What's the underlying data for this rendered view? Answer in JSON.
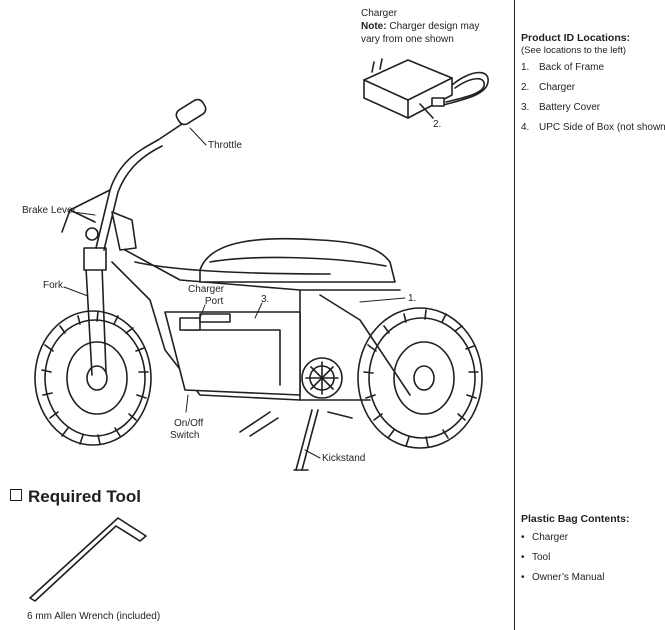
{
  "product_id": {
    "title": "Product ID Locations:",
    "subtitle": "(See locations to the left)",
    "items": [
      {
        "num": "1.",
        "text": "Back of Frame"
      },
      {
        "num": "2.",
        "text": "Charger"
      },
      {
        "num": "3.",
        "text": "Battery Cover"
      },
      {
        "num": "4.",
        "text": "UPC Side of Box (not shown)"
      }
    ]
  },
  "bag": {
    "title": "Plastic Bag Contents:",
    "items": [
      "Charger",
      "Tool",
      "Owner’s Manual"
    ]
  },
  "charger": {
    "heading": "Charger",
    "note_label": "Note:",
    "note_line1": "Charger design may",
    "note_line2": "vary from one shown",
    "callout": "2."
  },
  "diagram_labels": {
    "throttle": "Throttle",
    "brake_lever": "Brake Lever",
    "fork": "Fork",
    "charger_port_1": "Charger",
    "charger_port_2": "Port",
    "num3": "3.",
    "num1": "1.",
    "switch_1": "On/Off",
    "switch_2": "Switch",
    "kickstand": "Kickstand"
  },
  "tool": {
    "title": "Required Tool",
    "caption": "6 mm Allen Wrench (included)"
  }
}
